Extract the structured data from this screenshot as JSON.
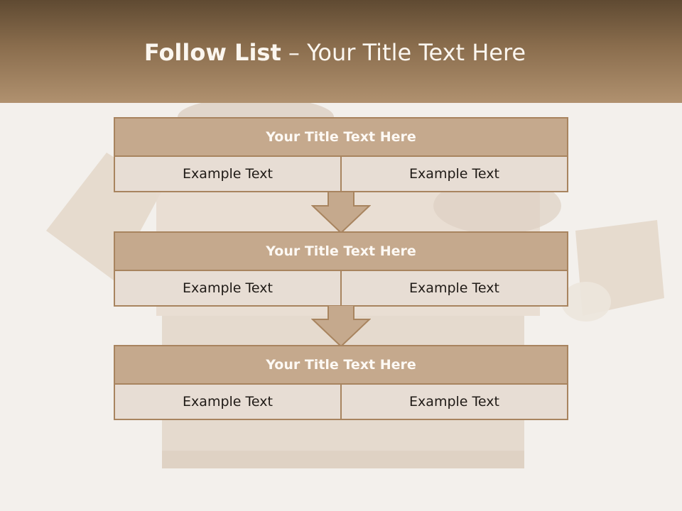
{
  "slide": {
    "title_bold": "Follow List",
    "title_rest": " – Your Title Text Here"
  },
  "steps": [
    {
      "title": "Your Title Text Here",
      "left": "Example Text",
      "right": "Example Text"
    },
    {
      "title": "Your Title Text Here",
      "left": "Example Text",
      "right": "Example Text"
    },
    {
      "title": "Your Title Text Here",
      "left": "Example Text",
      "right": "Example Text"
    }
  ],
  "colors": {
    "header_dark": "#5f4a32",
    "header_light": "#b0916f",
    "block_title_fill": "#c5a98d",
    "block_cell_fill": "#e7ddd4",
    "block_border": "#a8845f",
    "background": "#f3f0ec"
  }
}
